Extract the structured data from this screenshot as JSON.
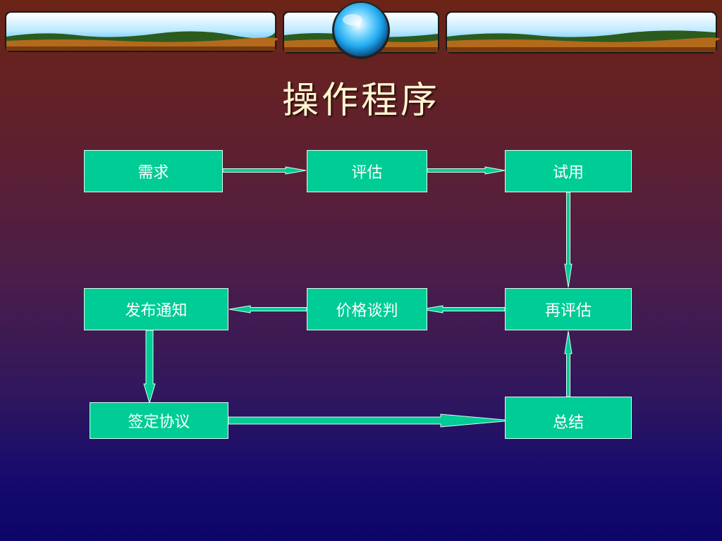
{
  "title": "操作程序",
  "colors": {
    "node_fill": "#00cc96",
    "arrow": "#00cc96",
    "title_text": "#fff6d0"
  },
  "nodes": {
    "demand": "需求",
    "assess": "评估",
    "trial": "试用",
    "reassess": "再评估",
    "negotiate": "价格谈判",
    "notify": "发布通知",
    "sign": "签定协议",
    "summary": "总结"
  },
  "edges": [
    {
      "from": "demand",
      "to": "assess"
    },
    {
      "from": "assess",
      "to": "trial"
    },
    {
      "from": "trial",
      "to": "reassess"
    },
    {
      "from": "reassess",
      "to": "negotiate"
    },
    {
      "from": "negotiate",
      "to": "notify"
    },
    {
      "from": "notify",
      "to": "sign"
    },
    {
      "from": "sign",
      "to": "summary"
    },
    {
      "from": "summary",
      "to": "reassess"
    }
  ]
}
